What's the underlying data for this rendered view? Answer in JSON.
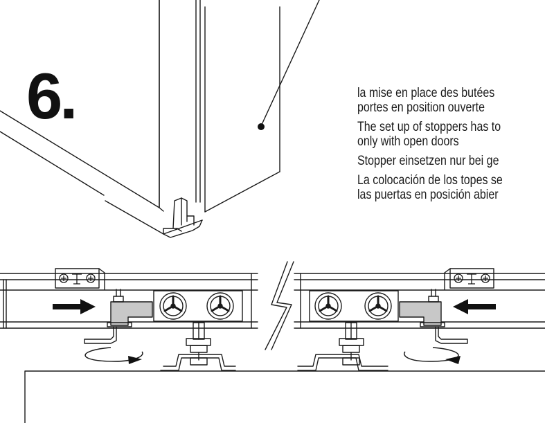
{
  "step": {
    "number": "6."
  },
  "captions": [
    [
      "la mise en place des butées",
      "portes en position ouverte"
    ],
    [
      "The set up of stoppers has to",
      "only with open doors"
    ],
    [
      "Stopper einsetzen nur bei ge"
    ],
    [
      "La colocación de los topes se",
      "las puertas en posición abier"
    ]
  ],
  "colors": {
    "line": "#1a1a1a",
    "arrow": "#111111",
    "stopper": "#c8c8c8",
    "background": "#ffffff"
  },
  "icons": {
    "arrows": "direction-arrow-icon",
    "rotation": "rotate-arrow-icon",
    "screws": "screw-icon"
  }
}
